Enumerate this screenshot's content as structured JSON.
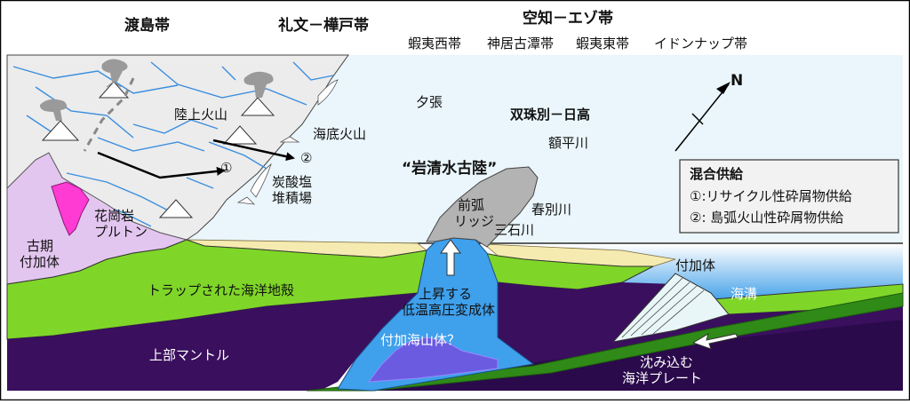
{
  "belts": {
    "oshima": "渡島帯",
    "rebun_kabato": "礼文－樺戸帯",
    "sorachi_ezo": "空知－エゾ帯"
  },
  "sub_belts": [
    "蝦夷西帯",
    "神居古潭帯",
    "蝦夷東帯",
    "イドンナップ帯"
  ],
  "compass": {
    "north": "N"
  },
  "labels": {
    "land_volcano": "陸上火山",
    "submarine_volcano": "海底火山",
    "carbonate_1": "炭酸塩",
    "carbonate_2": "堆積場",
    "granite_1": "花崗岩",
    "granite_2": "プルトン",
    "old_accretion_1": "古期",
    "old_accretion_2": "付加体",
    "yubari": "夕張",
    "soshubetsu_hidaka": "双珠別－日高",
    "nukabira": "額平川",
    "iwashimizu": "“岩清水古陸”",
    "forearc_1": "前弧",
    "forearc_2": "リッジ",
    "shunbetsu": "春別川",
    "mitsuishi": "三石川",
    "accretion": "付加体",
    "trench": "海溝",
    "trapped_crust": "トラップされた海洋地殻",
    "rising_1": "上昇する",
    "rising_2": "低温高圧変成体",
    "seamount": "付加海山体？",
    "upper_mantle": "上部マントル",
    "subduct_1": "沈み込む",
    "subduct_2": "海洋プレート",
    "mark_1": "①",
    "mark_2": "②"
  },
  "legend": {
    "title": "混合供給",
    "item1": "①:リサイクル性砕屑物供給",
    "item2": "②: 島弧火山性砕屑物供給"
  },
  "colors": {
    "land": "#ececec",
    "sky": "#eaf6fb",
    "lavender": "#e3c6ef",
    "magenta": "#ff3bd3",
    "green": "#7fd628",
    "purple": "#3a0f5e",
    "deep_purple": "#2a0a4b",
    "blue": "#3fa0ec",
    "ridge_gray": "#b3b3b3",
    "sand": "#f5eab0",
    "plate_green": "#2f8a18",
    "river": "#3b8ede",
    "seamount": "#6a5be0",
    "accretion_wedge": "#e9f6f8"
  }
}
